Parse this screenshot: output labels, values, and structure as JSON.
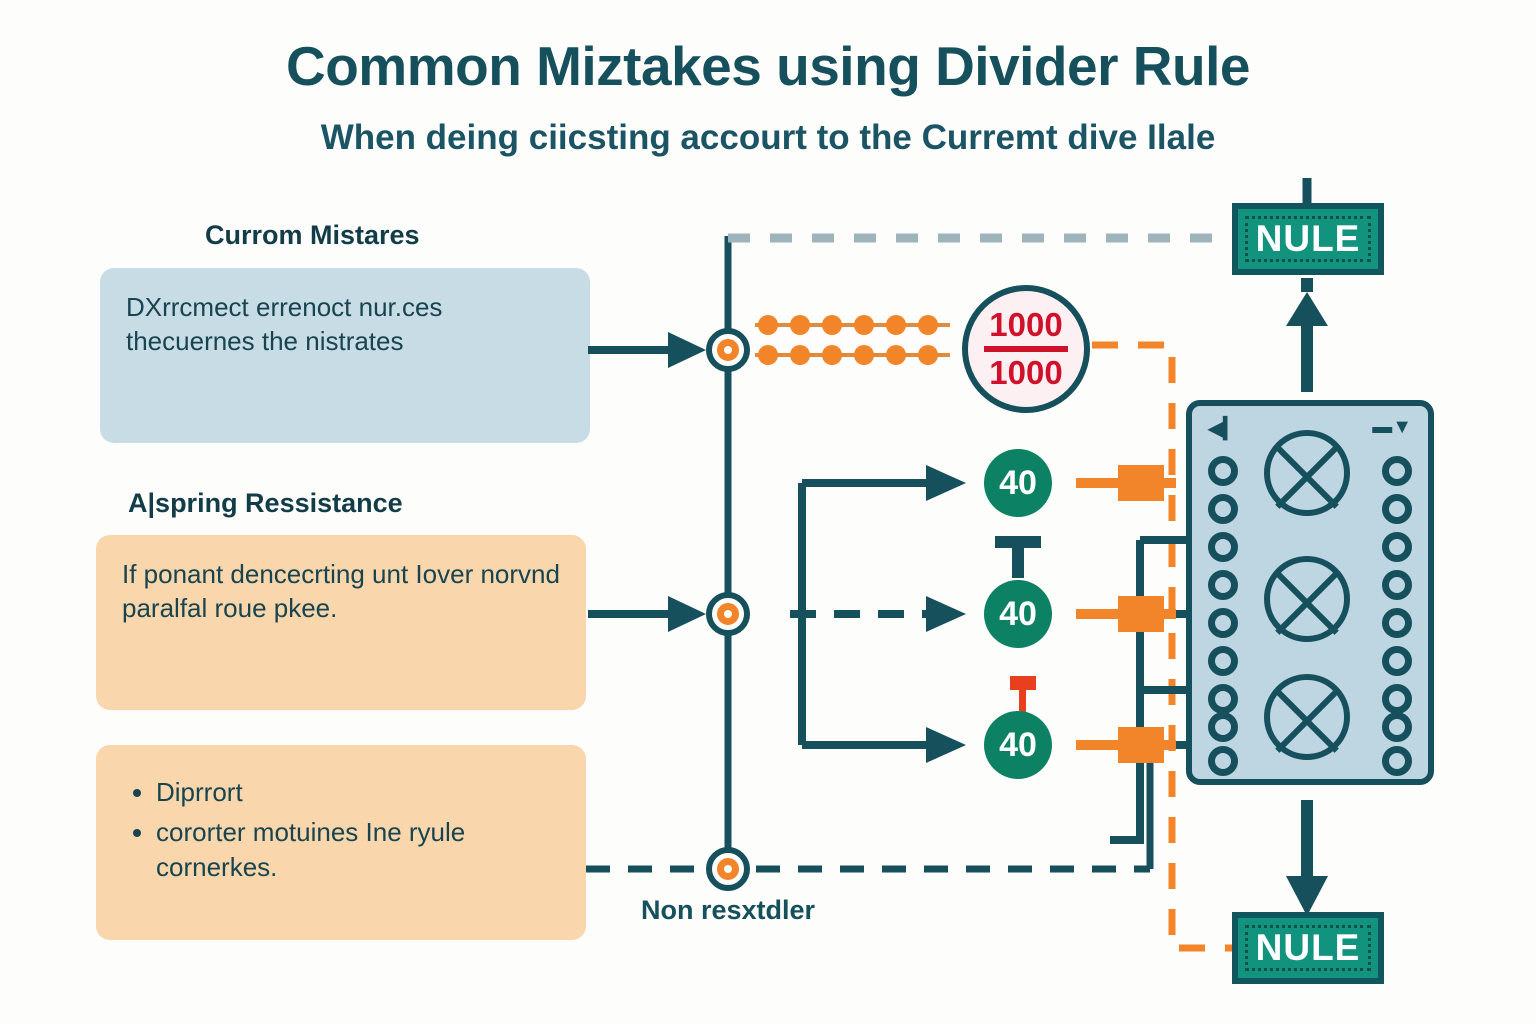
{
  "header": {
    "title": "Common Miztakes using Divider Rule",
    "subtitle": "When deing ciicsting accourt to the Curremt dive Ilale"
  },
  "left_column": {
    "sections": [
      {
        "heading": "Currom Mistares",
        "style": "blue",
        "body": "DXrrcmect errenoct nur.ces thecuernes the nistrates",
        "bullets": []
      },
      {
        "heading": "A|spring Ressistance",
        "style": "peach",
        "body": "If ponant dencecrting unt Iover norvnd paralfal roue pkee.",
        "bullets": []
      },
      {
        "heading": "",
        "style": "peach",
        "body": "",
        "bullets": [
          "Diprrort",
          "cororter motuines Ine ryule cornerkes."
        ]
      }
    ]
  },
  "diagram": {
    "fraction": {
      "numerator": "1000",
      "denominator": "1000"
    },
    "resistor_nodes": [
      {
        "label": "40"
      },
      {
        "label": "40"
      },
      {
        "label": "40"
      }
    ],
    "badges": [
      {
        "label": "NULE",
        "position": "top-right"
      },
      {
        "label": "NULE",
        "position": "bottom-right"
      }
    ],
    "bus_label": "Non resxtdler",
    "junction_count": 3,
    "device": {
      "holes_per_side": 9,
      "lamp_count": 3,
      "left_mark": "◀▎",
      "right_mark": "▬▼"
    }
  },
  "colors": {
    "teal_dark": "#16505c",
    "teal_green": "#0d8163",
    "badge_green": "#12937e",
    "orange": "#f2842a",
    "red": "#d0112b",
    "panel_blue": "#c8dce6",
    "panel_peach": "#f9d6ab",
    "device_blue": "#bed5e2",
    "background": "#fdfdfc"
  }
}
